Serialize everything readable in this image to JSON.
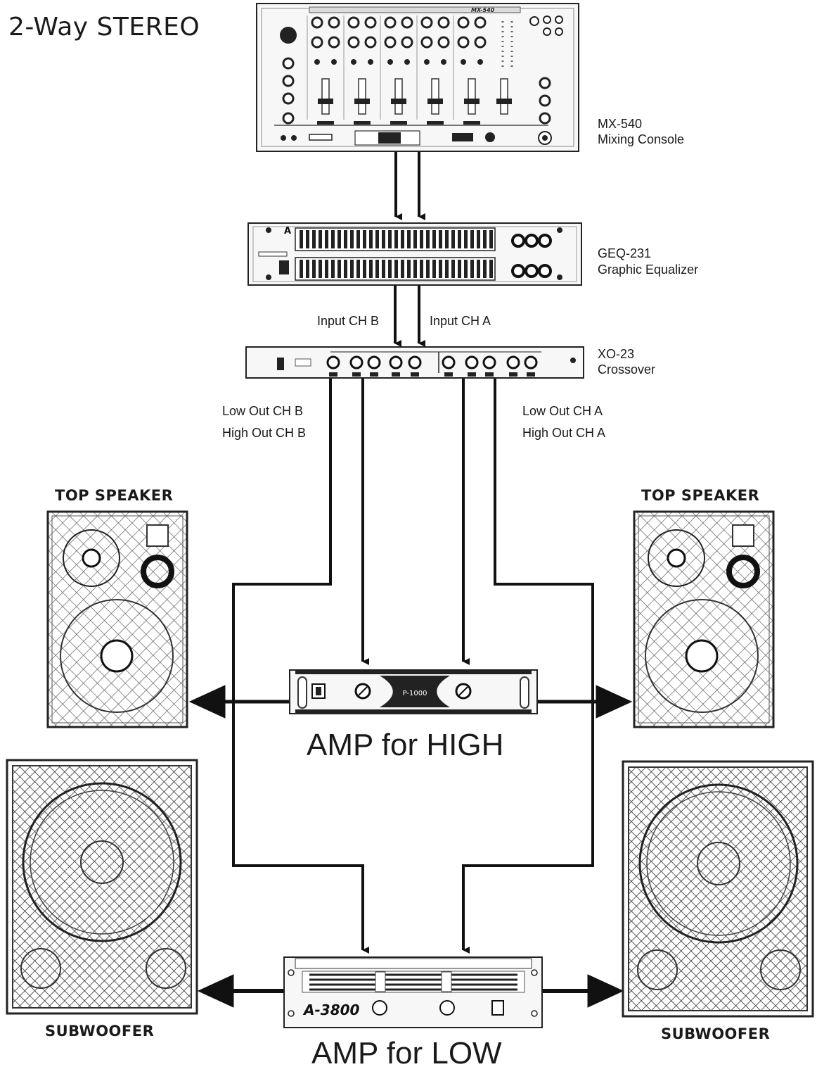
{
  "title": "2-Way STEREO",
  "devices": {
    "mixer": {
      "model": "MX-540",
      "type": "Mixing Console",
      "panel_text": "MX-540"
    },
    "equalizer": {
      "model": "GEQ-231",
      "type": "Graphic Equalizer",
      "panel_mark": "A"
    },
    "crossover": {
      "model": "XO-23",
      "type": "Crossover"
    },
    "amp_high": {
      "label": "AMP for HIGH",
      "panel_text": "P-1000"
    },
    "amp_low": {
      "label": "AMP for LOW",
      "panel_text": "A-3800"
    }
  },
  "signal_labels": {
    "input_b": "Input CH B",
    "input_a": "Input CH A",
    "low_out_b": "Low Out CH B",
    "high_out_b": "High Out CH B",
    "low_out_a": "Low Out CH A",
    "high_out_a": "High Out CH A"
  },
  "speakers": {
    "top_left": "TOP SPEAKER",
    "top_right": "TOP SPEAKER",
    "sub_left": "SUBWOOFER",
    "sub_right": "SUBWOOFER"
  },
  "colors": {
    "line": "#111111",
    "panel": "#f4f4f4",
    "grille": "#444444"
  }
}
